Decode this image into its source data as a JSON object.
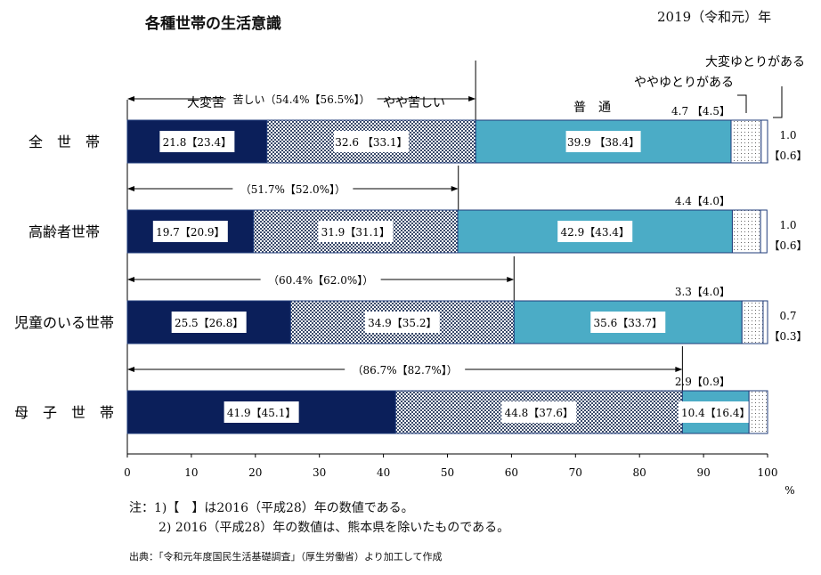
{
  "title": "各種世帯の生活意識",
  "year_label": "2019（令和元）年",
  "chart_data": {
    "type": "bar",
    "orientation": "horizontal-stacked-100",
    "categories": [
      "全　世　帯",
      "高齢者世帯",
      "児童のいる世帯",
      "母　子　世　帯"
    ],
    "series": [
      {
        "name": "大変苦しい",
        "values": [
          21.8,
          19.7,
          25.5,
          41.9
        ],
        "values_2016": [
          23.4,
          20.9,
          26.8,
          45.1
        ],
        "color": "#0b1f5a"
      },
      {
        "name": "やや苦しい",
        "values": [
          32.6,
          31.9,
          34.9,
          44.8
        ],
        "values_2016": [
          33.1,
          31.1,
          35.2,
          37.6
        ],
        "color": "#8a8a8a"
      },
      {
        "name": "普　通",
        "values": [
          39.9,
          42.9,
          35.6,
          10.4
        ],
        "values_2016": [
          38.4,
          43.4,
          33.7,
          16.4
        ],
        "color": "#4bacc6"
      },
      {
        "name": "ややゆとりがある",
        "values": [
          4.7,
          4.4,
          3.3,
          2.9
        ],
        "values_2016": [
          4.5,
          4.0,
          4.0,
          0.9
        ],
        "color": "#ffffff"
      },
      {
        "name": "大変ゆとりがある",
        "values": [
          1.0,
          1.0,
          0.7,
          0.0
        ],
        "values_2016": [
          0.6,
          0.6,
          0.3,
          null
        ],
        "color": "#ffffff"
      }
    ],
    "labels": {
      "seg": [
        [
          "21.8【23.4】",
          "32.6 【33.1】",
          "39.9 【38.4】"
        ],
        [
          "19.7【20.9】",
          "31.9【31.1】",
          "42.9【43.4】"
        ],
        [
          "25.5【26.8】",
          "34.9【35.2】",
          "35.6【33.7】"
        ],
        [
          "41.9【45.1】",
          "44.8【37.6】",
          "10.4【16.4】"
        ]
      ],
      "small": [
        "4.7 【4.5】",
        "4.4【4.0】",
        "3.3【4.0】",
        "2.9【0.9】"
      ],
      "tiny_top": [
        "1.0",
        "1.0",
        "0.7"
      ],
      "tiny_bot": [
        "【0.6】",
        "【0.6】",
        "【0.3】"
      ]
    },
    "hard_total": [
      54.4,
      51.7,
      60.4,
      86.7
    ],
    "hard_labels": [
      "苦しい（54.4%【56.5%】）",
      "（51.7%【52.0%】）",
      "（60.4%【62.0%】）",
      "（86.7%【82.7%】）"
    ],
    "x_ticks": [
      "0",
      "10",
      "20",
      "30",
      "40",
      "50",
      "60",
      "70",
      "80",
      "90",
      "100"
    ],
    "xlim": [
      0,
      100
    ],
    "x_unit": "%"
  },
  "notes": {
    "n1": "注：1)【　】は2016（平成28）年の数値である。",
    "n2": "2) 2016（平成28）年の数値は、熊本県を除いたものである。",
    "source": "出典：「令和元年度国民生活基礎調査」（厚生労働省）より加工して作成"
  }
}
